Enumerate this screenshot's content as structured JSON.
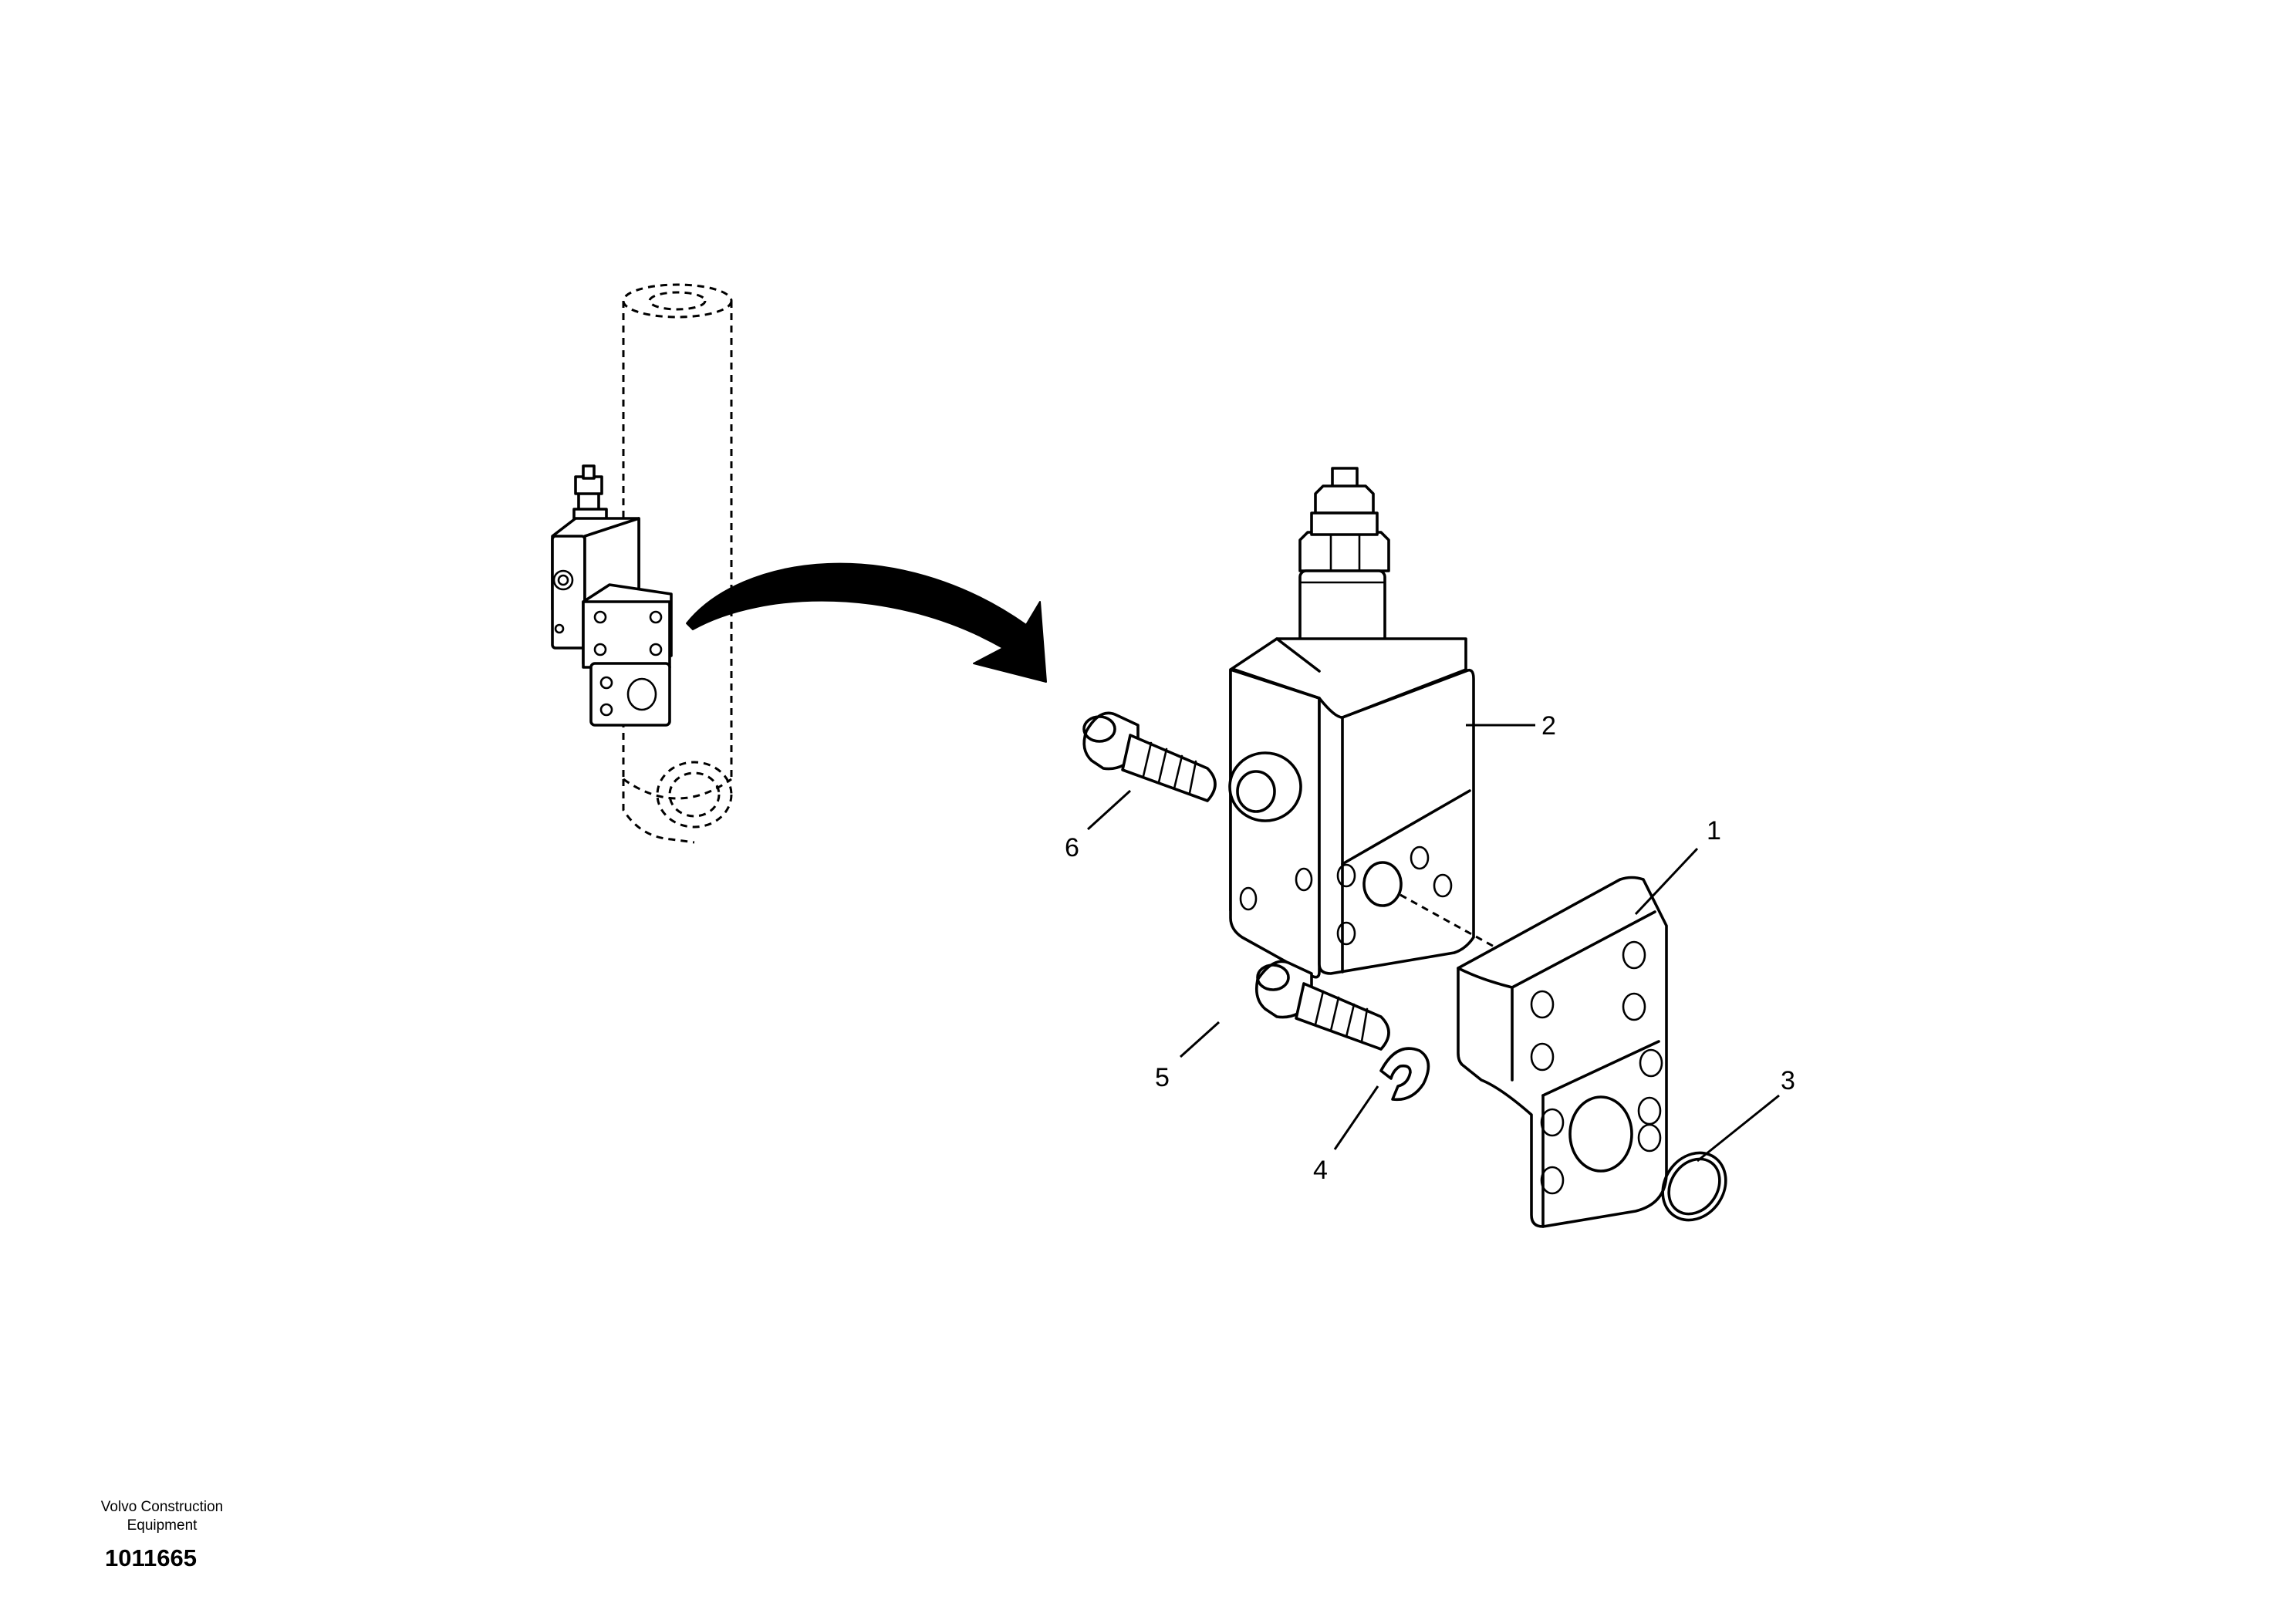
{
  "callouts": [
    "1",
    "2",
    "3",
    "4",
    "5",
    "6"
  ],
  "company": {
    "line1": "Volvo Construction",
    "line2": "Equipment"
  },
  "document_number": "1011665"
}
